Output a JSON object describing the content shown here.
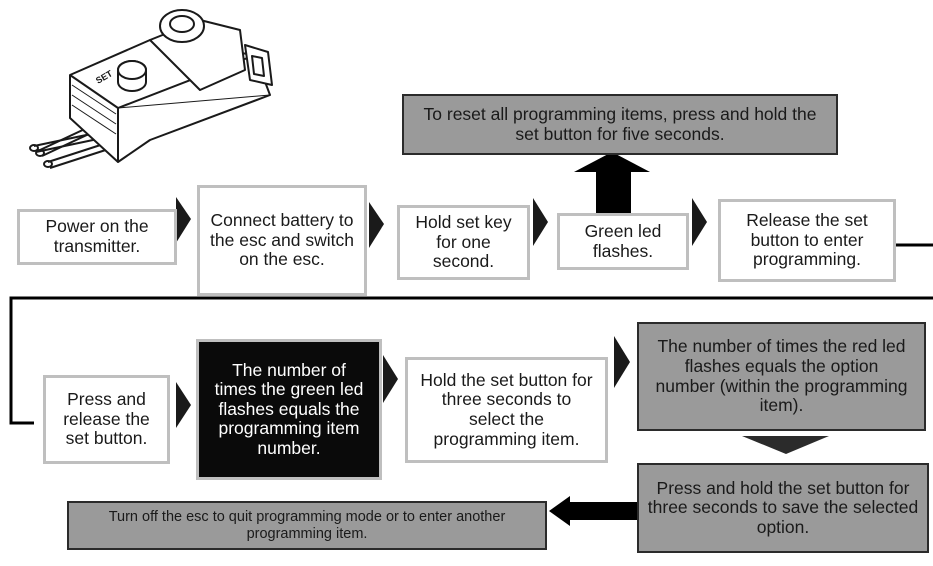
{
  "steps": {
    "power_on": "Power on the transmitter.",
    "connect_battery": "Connect battery to the esc and switch on the esc.",
    "hold_set_key": "Hold set key for one second.",
    "green_led": "Green led flashes.",
    "release_set": "Release the set button to enter programming.",
    "reset_all": "To reset all programming items, press and hold the set button for five seconds.",
    "press_release": "Press and release the set button.",
    "green_count": "The number of times the green led flashes equals the programming item number.",
    "hold_three": "Hold the set button for three seconds to select the programming item.",
    "red_count": "The number of times the red led flashes equals the option number (within the programming item).",
    "save_option": "Press and hold the set button for three seconds to save the selected option.",
    "turn_off": "Turn off the esc to quit programming mode or to enter another programming item."
  },
  "device": {
    "button_label": "SET"
  },
  "colors": {
    "grey_box": "#9a9a9a",
    "black_box": "#0a0a0a",
    "white_box_border": "#bfbfbf"
  }
}
